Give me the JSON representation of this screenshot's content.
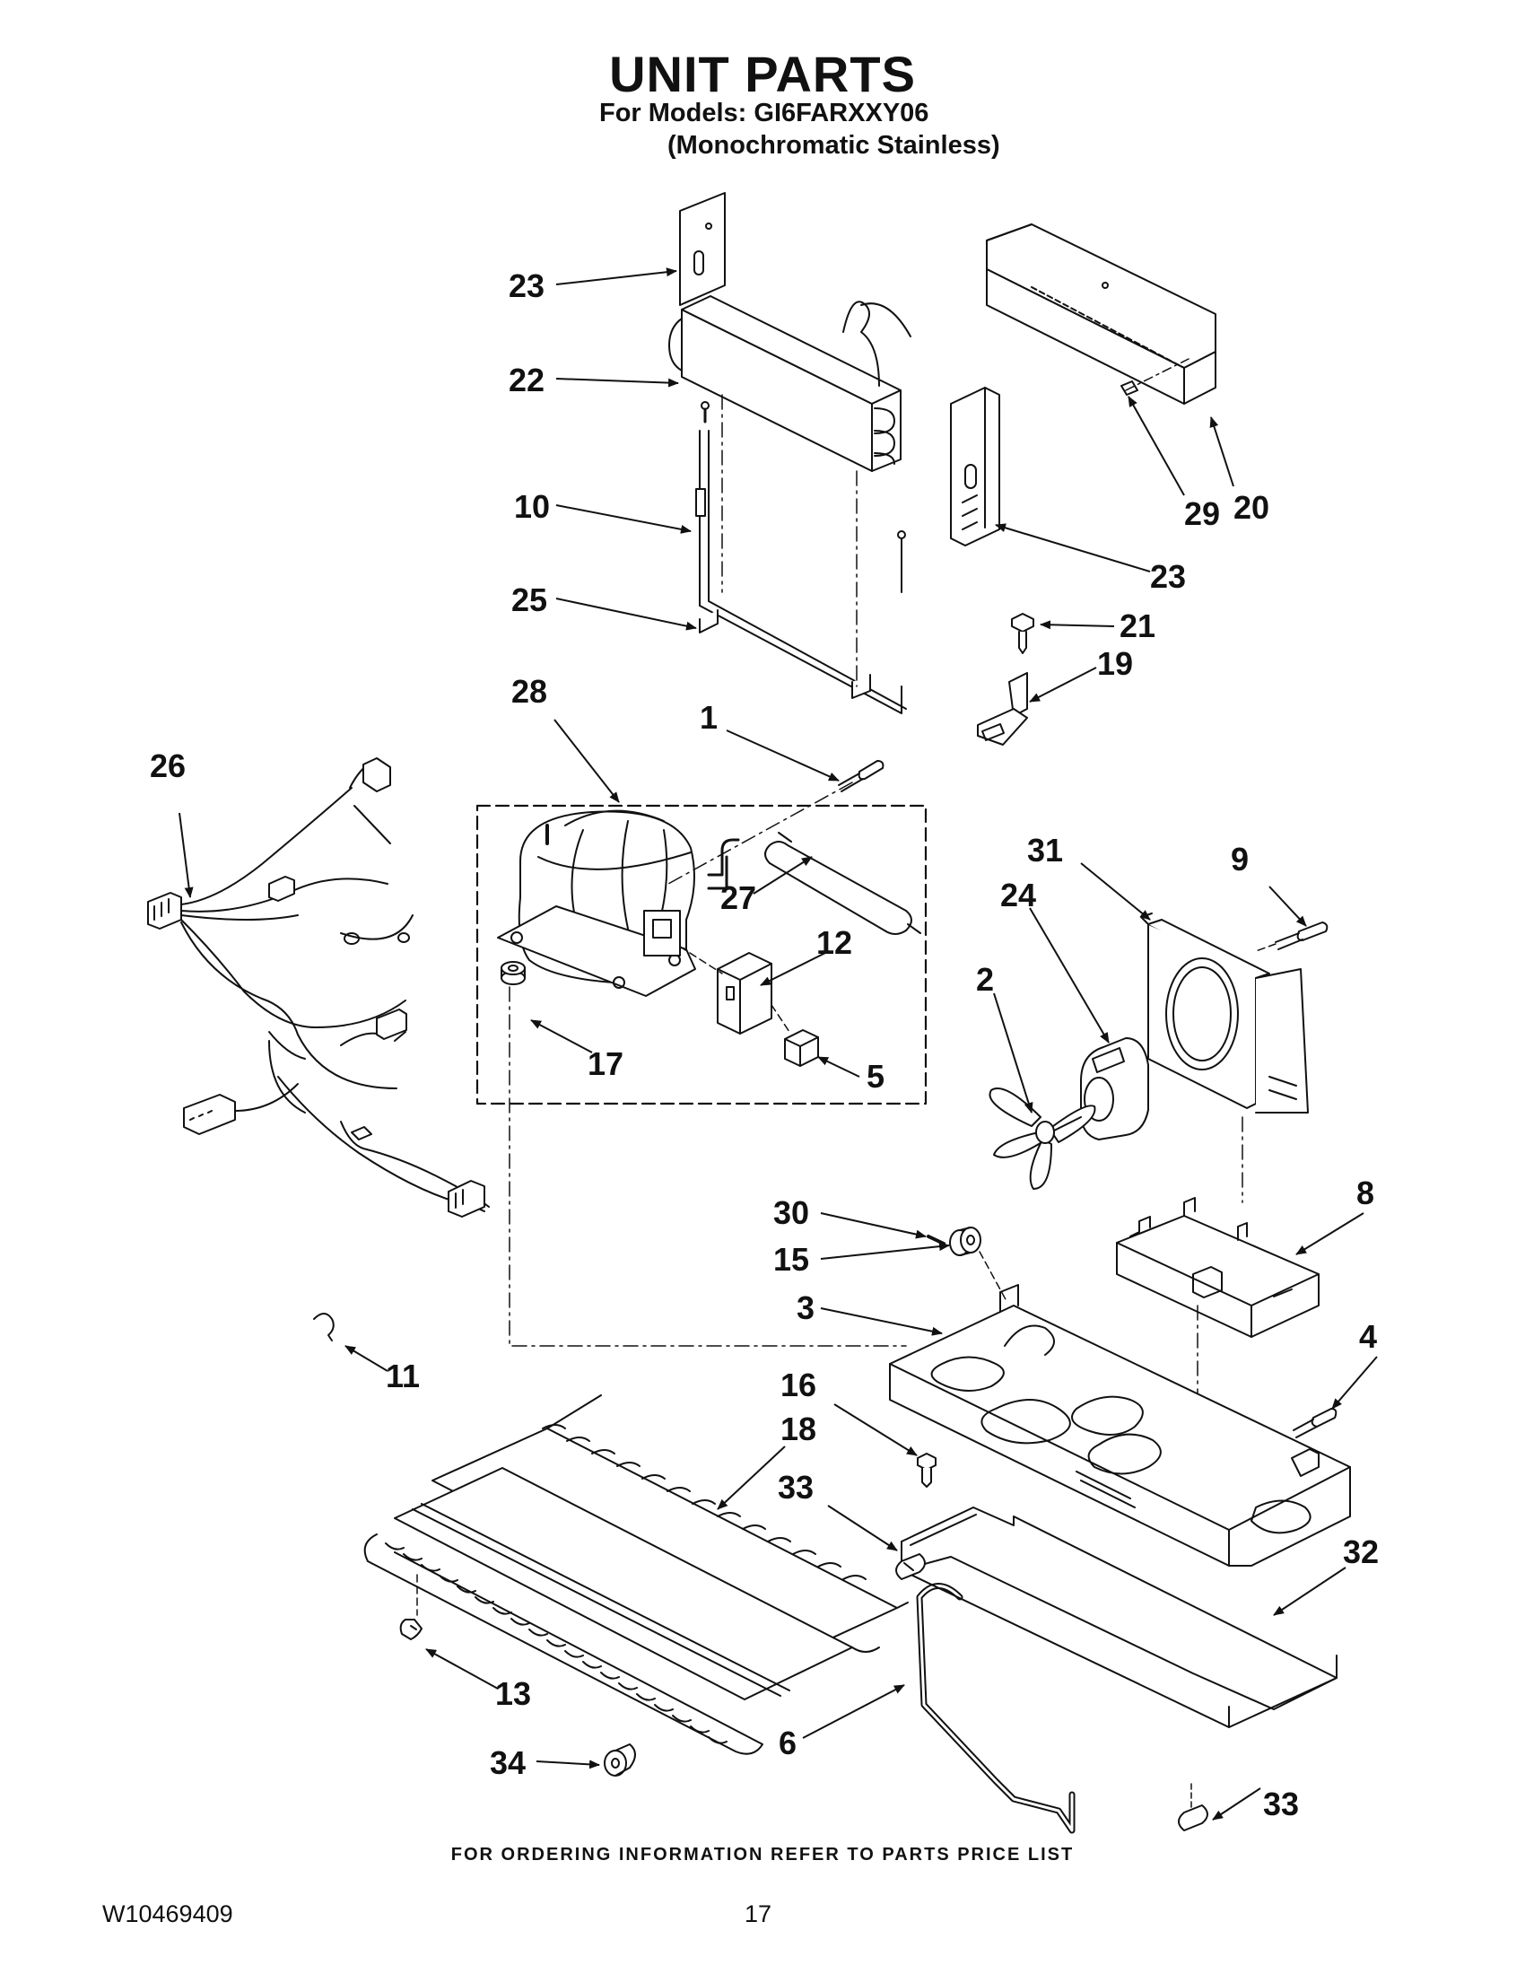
{
  "header": {
    "title": "UNIT PARTS",
    "models": "For Models: GI6FARXXY06",
    "variant": "(Monochromatic Stainless)"
  },
  "callouts": {
    "c1": "1",
    "c2": "2",
    "c3": "3",
    "c4": "4",
    "c5": "5",
    "c6": "6",
    "c8": "8",
    "c9": "9",
    "c10": "10",
    "c11": "11",
    "c12": "12",
    "c13": "13",
    "c15": "15",
    "c16": "16",
    "c17": "17",
    "c18": "18",
    "c19": "19",
    "c20": "20",
    "c21": "21",
    "c22": "22",
    "c23a": "23",
    "c23b": "23",
    "c24": "24",
    "c25": "25",
    "c26": "26",
    "c27": "27",
    "c28": "28",
    "c29": "29",
    "c30": "30",
    "c31": "31",
    "c32": "32",
    "c33a": "33",
    "c33b": "33",
    "c34": "34"
  },
  "footer": {
    "ordering": "FOR ORDERING INFORMATION REFER TO PARTS PRICE LIST",
    "doc_number": "W10469409",
    "page": "17"
  }
}
